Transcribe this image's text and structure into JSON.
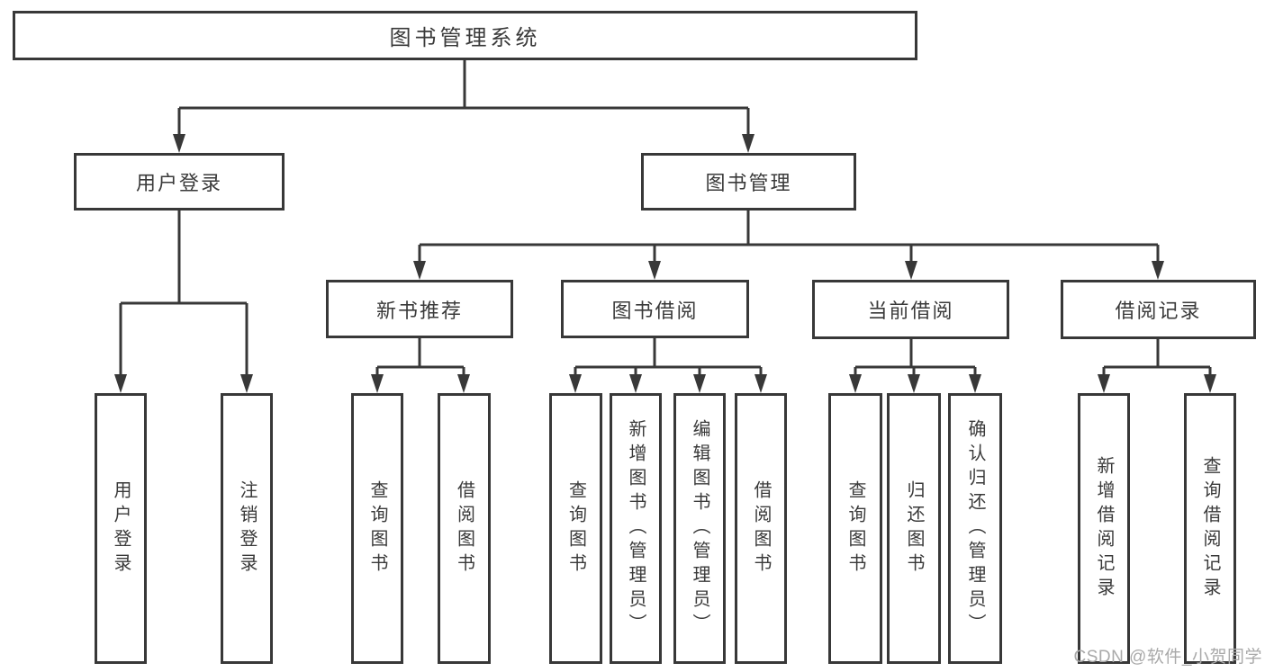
{
  "colors": {
    "line": "#383838",
    "text": "#3a3a3a",
    "watermark": "#a9a9a9",
    "background": "#ffffff"
  },
  "watermark": {
    "text": "CSDN @软件_小贺同学"
  },
  "tree": {
    "label": "图书管理系统",
    "children": [
      {
        "label": "用户登录",
        "children": [
          {
            "label": "用户登录"
          },
          {
            "label": "注销登录"
          }
        ]
      },
      {
        "label": "图书管理",
        "children": [
          {
            "label": "新书推荐",
            "children": [
              {
                "label": "查询图书"
              },
              {
                "label": "借阅图书"
              }
            ]
          },
          {
            "label": "图书借阅",
            "children": [
              {
                "label": "查询图书"
              },
              {
                "label": "新增图书（管理员）"
              },
              {
                "label": "编辑图书（管理员）"
              },
              {
                "label": "借阅图书"
              }
            ]
          },
          {
            "label": "当前借阅",
            "children": [
              {
                "label": "查询图书"
              },
              {
                "label": "归还图书"
              },
              {
                "label": "确认归还（管理员）"
              }
            ]
          },
          {
            "label": "借阅记录",
            "children": [
              {
                "label": "新增借阅记录"
              },
              {
                "label": "查询借阅记录"
              }
            ]
          }
        ]
      }
    ]
  }
}
